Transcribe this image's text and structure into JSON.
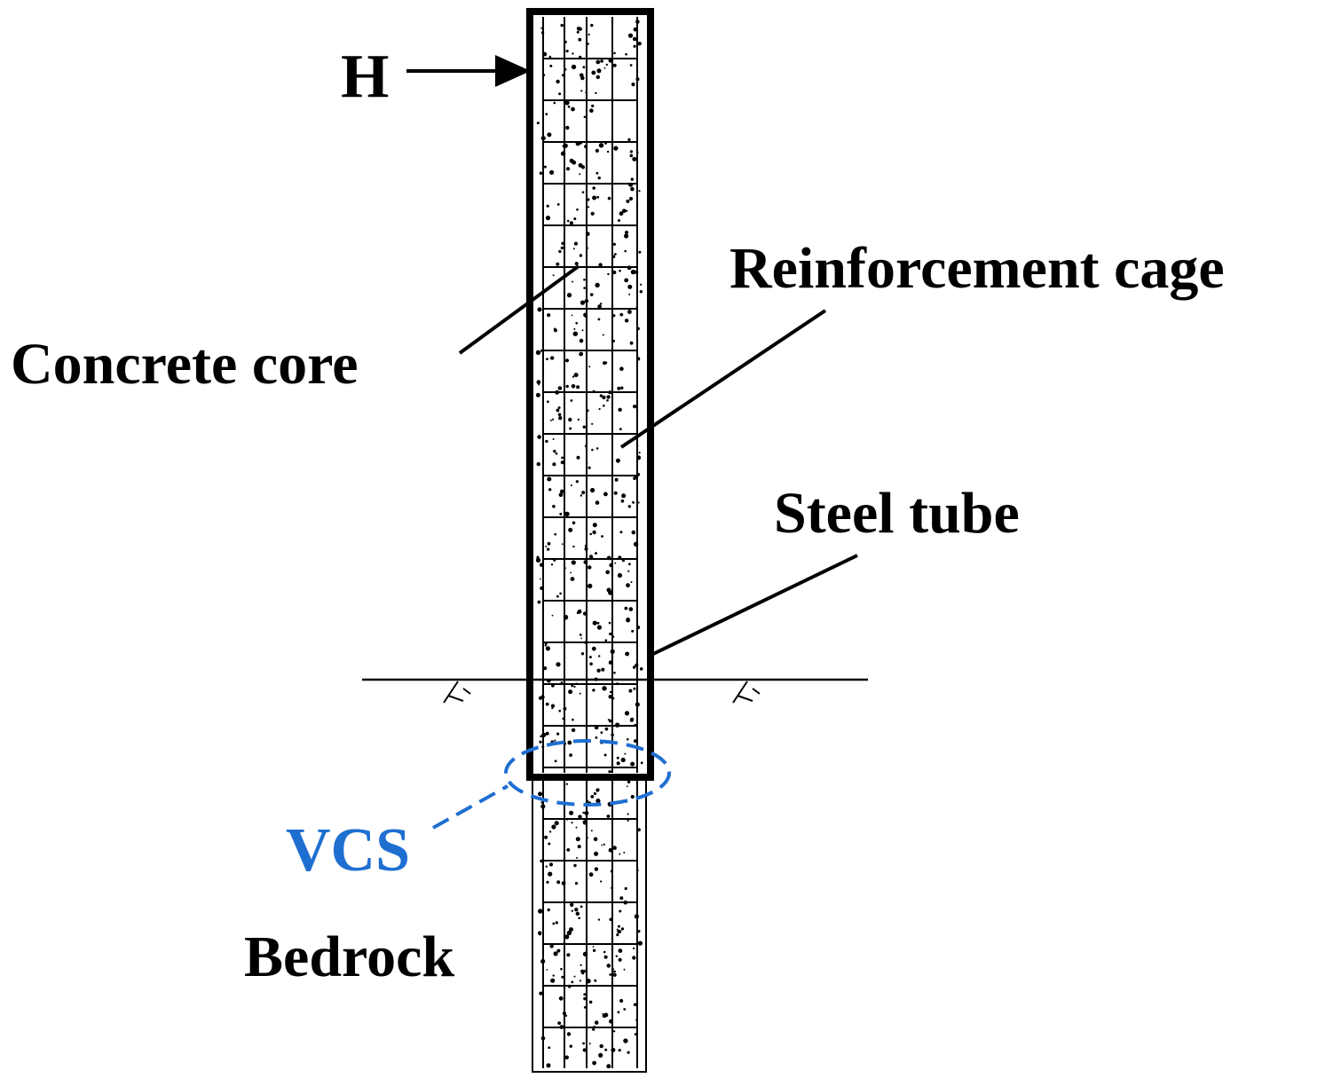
{
  "labels": {
    "load": "H",
    "reinforcement_cage": "Reinforcement cage",
    "concrete_core": "Concrete core",
    "steel_tube": "Steel tube",
    "vcs": "VCS",
    "bedrock": "Bedrock"
  },
  "colors": {
    "ink": "#000000",
    "vcs_accent": "#1f6fd1",
    "background": "#ffffff"
  }
}
